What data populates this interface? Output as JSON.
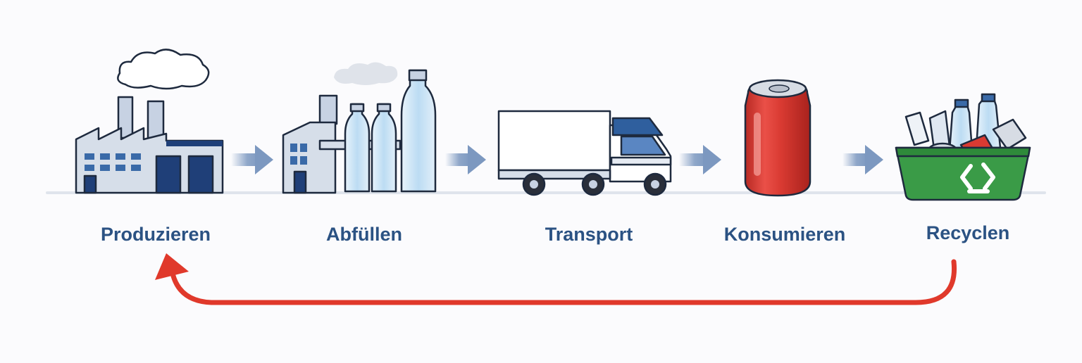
{
  "steps": [
    {
      "label": "Produzieren",
      "icon": "factory-icon"
    },
    {
      "label": "Abfüllen",
      "icon": "bottling-plant-icon"
    },
    {
      "label": "Transport",
      "icon": "truck-icon"
    },
    {
      "label": "Konsumieren",
      "icon": "can-icon"
    },
    {
      "label": "Recyclen",
      "icon": "recycling-bin-icon"
    }
  ],
  "colors": {
    "label": "#2b5283",
    "arrow": "#7c98c0",
    "cycle_arrow": "#e0392b",
    "navy": "#1f3f78",
    "can_red": "#d93a32",
    "bin_green": "#3a9b47",
    "bottle_blue": "#cfe4f5"
  }
}
